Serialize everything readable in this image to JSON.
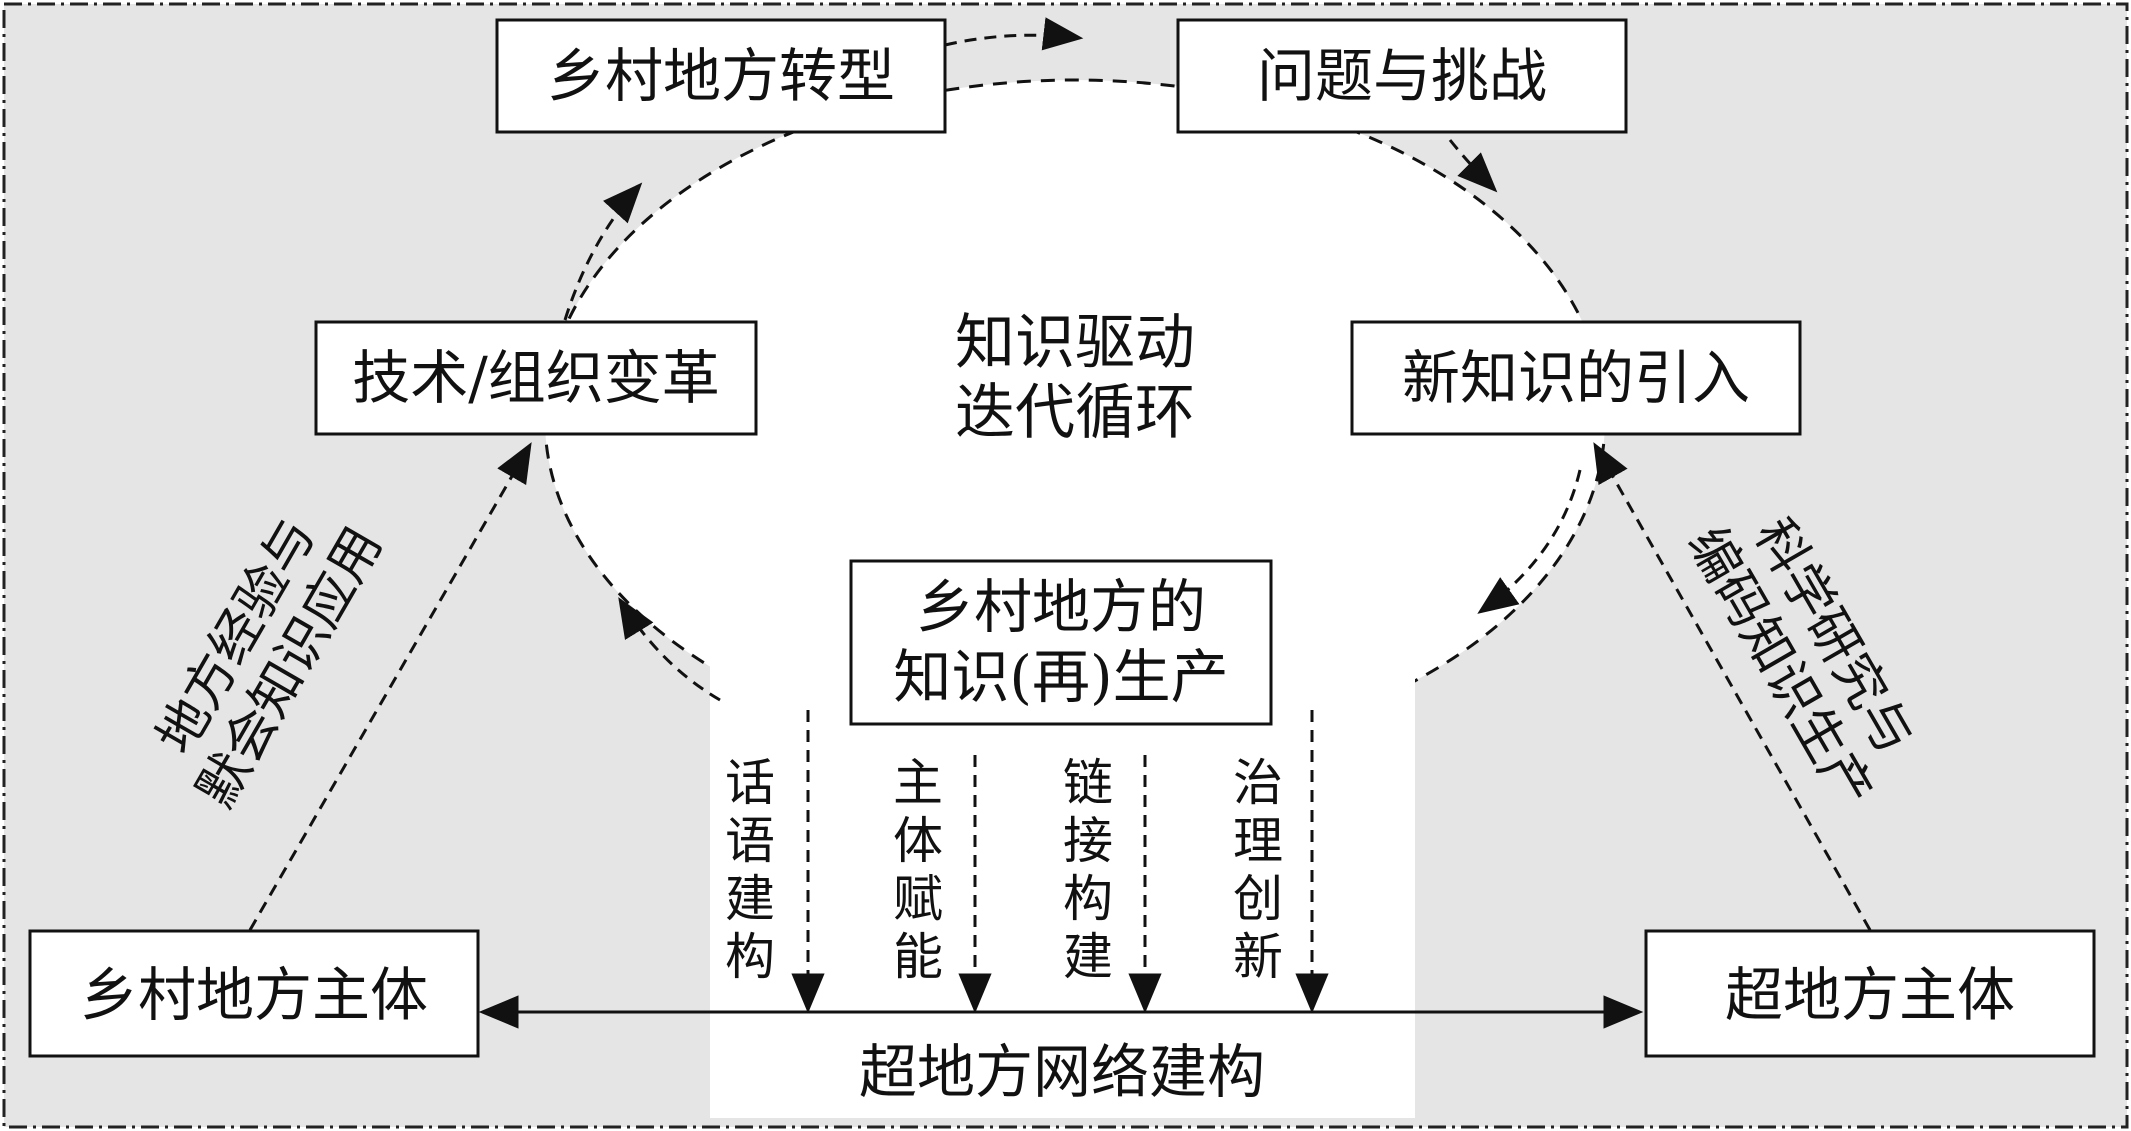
{
  "nodes": {
    "rural_transformation": "乡村地方转型",
    "problems_challenges": "问题与挑战",
    "tech_org_change": "技术/组织变革",
    "new_knowledge_intro": "新知识的引入",
    "knowledge_reproduction": [
      "乡村地方的",
      "知识(再)生产"
    ],
    "rural_local_actor": "乡村地方主体",
    "trans_local_actor": "超地方主体",
    "trans_local_network": "超地方网络建构"
  },
  "cycle_label": [
    "知识驱动",
    "迭代循环"
  ],
  "left_path_label": [
    "地方经验与",
    "默会知识应用"
  ],
  "right_path_label": [
    "科学研究与",
    "编码知识生产"
  ],
  "mechanisms": [
    {
      "label": "话语建构"
    },
    {
      "label": "主体赋能"
    },
    {
      "label": "链接构建"
    },
    {
      "label": "治理创新"
    }
  ]
}
